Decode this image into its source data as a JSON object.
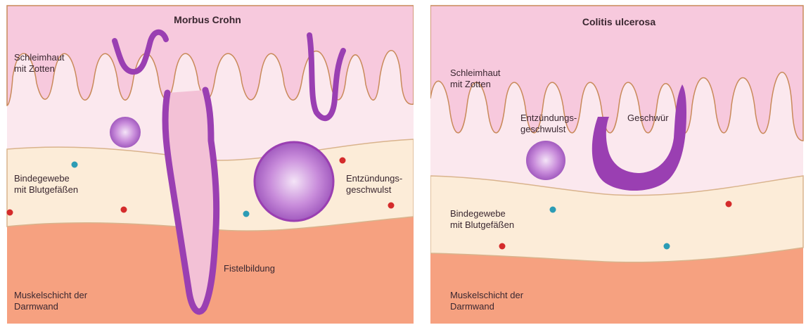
{
  "panels": [
    {
      "title": "Morbus Crohn",
      "labels": {
        "mucosa_line1": "Schleimhaut",
        "mucosa_line2": "mit Zotten",
        "connective_line1": "Bindegewebe",
        "connective_line2": "mit Blutgefäßen",
        "inflammation_line1": "Entzündungs-",
        "inflammation_line2": "geschwulst",
        "fistula": "Fistelbildung",
        "muscle_line1": "Muskelschicht der",
        "muscle_line2": "Darmwand"
      }
    },
    {
      "title": "Colitis ulcerosa",
      "labels": {
        "mucosa_line1": "Schleimhaut",
        "mucosa_line2": "mit Zotten",
        "inflammation_line1": "Entzündungs-",
        "inflammation_line2": "geschwulst",
        "ulcer": "Geschwür",
        "connective_line1": "Bindegewebe",
        "connective_line2": "mit Blutgefäßen",
        "muscle_line1": "Muskelschicht der",
        "muscle_line2": "Darmwand"
      }
    }
  ],
  "colors": {
    "mucosa": "#f7c9dd",
    "submucosa": "#fbe8ee",
    "connective": "#fcecd8",
    "muscle": "#f6a180",
    "outline": "#c98a5a",
    "lesion": "#9a3fb2",
    "blood_red": "#d42b2b",
    "blood_blue": "#2c9cb5"
  }
}
